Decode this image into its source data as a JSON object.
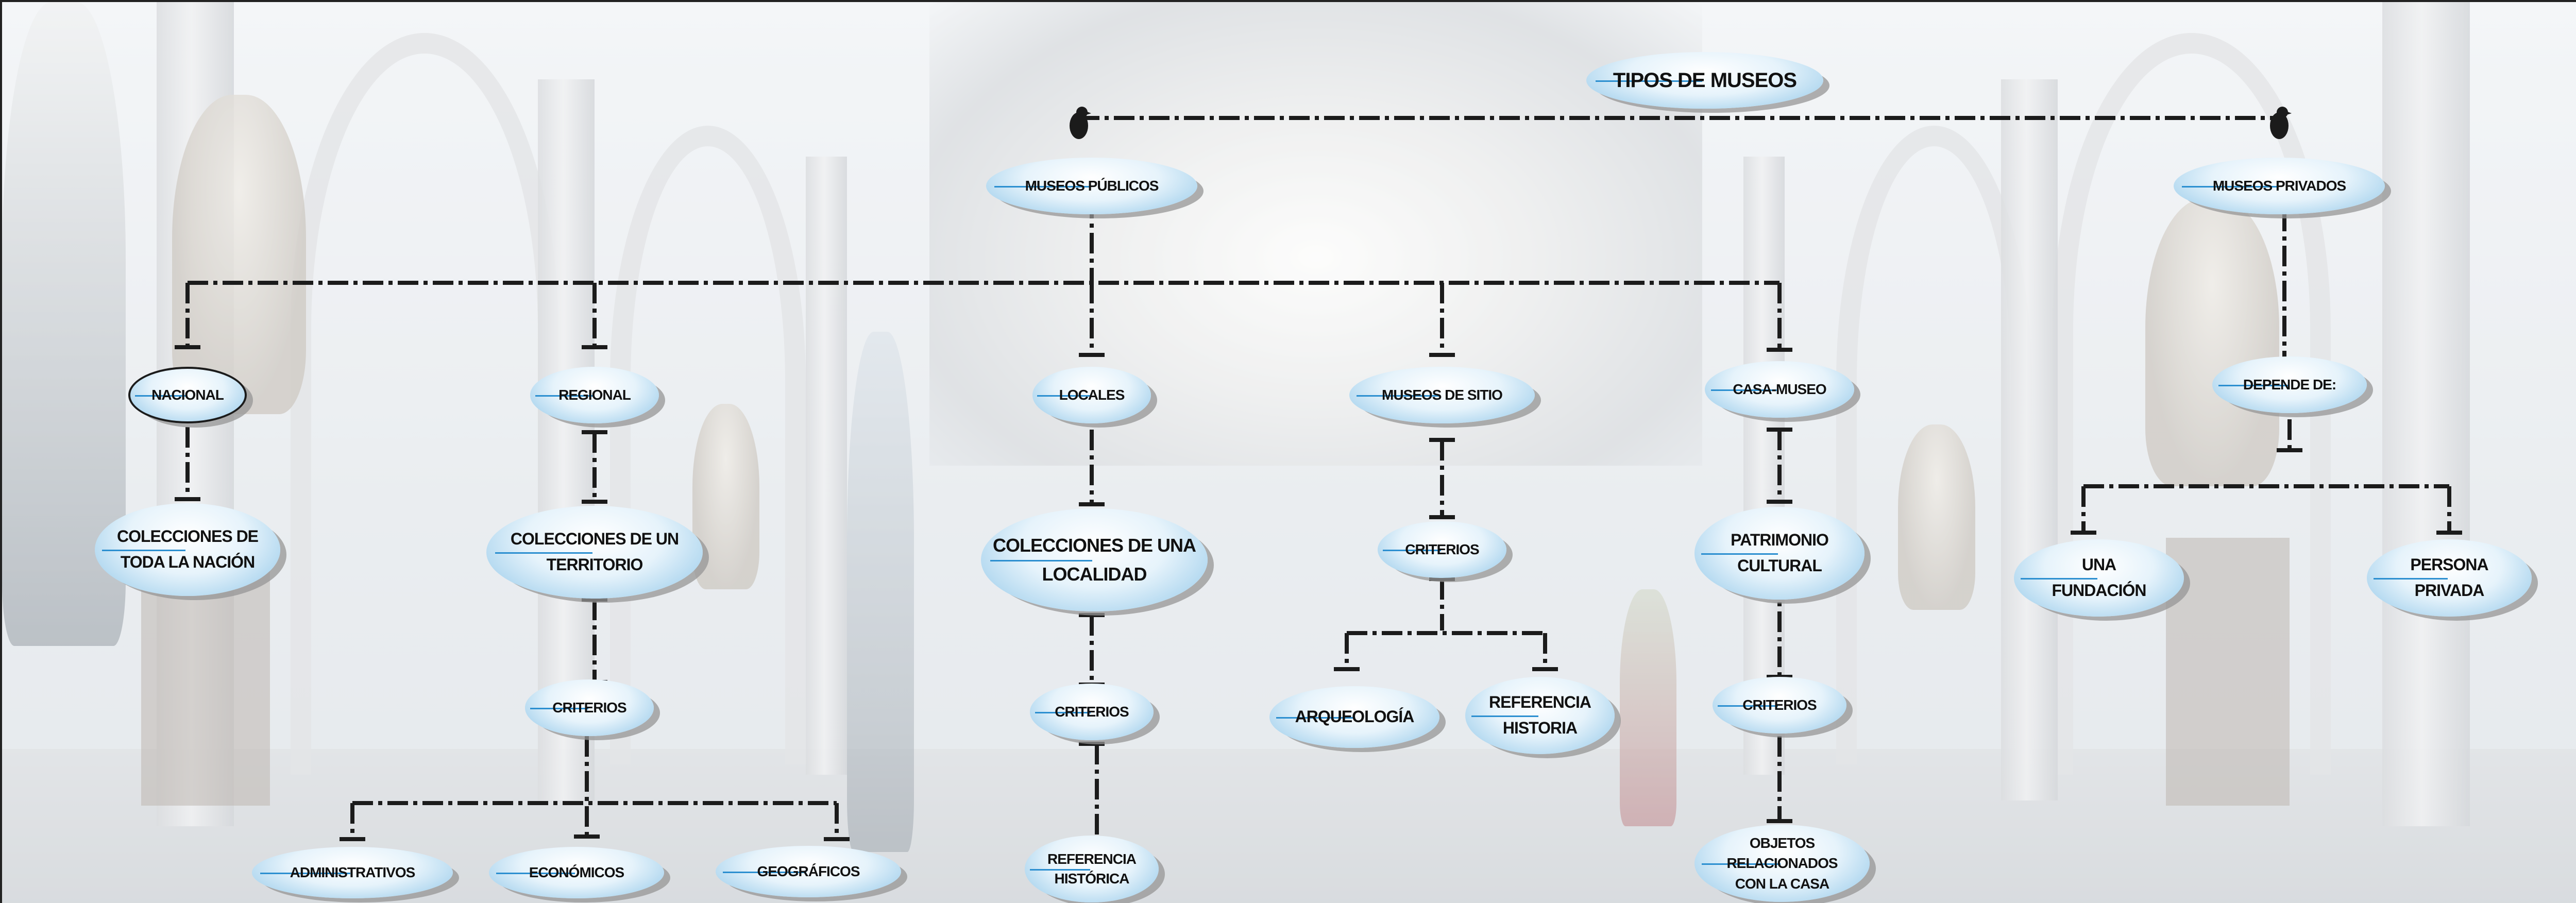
{
  "diagram": {
    "title": "TIPOS DE MUSEOS",
    "nodes": {
      "publicos": "MUSEOS PÚBLICOS",
      "privados": "MUSEOS PRIVADOS",
      "nacional": "NACIONAL",
      "regional": "REGIONAL",
      "locales": "LOCALES",
      "sitio": "MUSEOS DE SITIO",
      "casa_museo": "CASA-MUSEO",
      "depende": "DEPENDE DE:",
      "col_nacion_1": "COLECCIONES DE",
      "col_nacion_2": "TODA LA NACIÓN",
      "col_territorio_1": "COLECCIONES DE UN",
      "col_territorio_2": "TERRITORIO",
      "col_localidad_1": "COLECCIONES DE UNA",
      "col_localidad_2": "LOCALIDAD",
      "criterios_sitio": "CRITERIOS",
      "patrimonio_1": "PATRIMONIO",
      "patrimonio_2": "CULTURAL",
      "fundacion_1": "UNA",
      "fundacion_2": "FUNDACIÓN",
      "persona_1": "PERSONA",
      "persona_2": "PRIVADA",
      "criterios_regional": "CRITERIOS",
      "criterios_locales": "CRITERIOS",
      "arqueologia": "ARQUEOLOGÍA",
      "ref_historia_1": "REFERENCIA",
      "ref_historia_2": "HISTORIA",
      "criterios_casa": "CRITERIOS",
      "administrativos": "ADMINISTRATIVOS",
      "economicos": "ECONÓMICOS",
      "geograficos": "GEOGRÁFICOS",
      "ref_historica_1": "REFERENCIA",
      "ref_historica_2": "HISTÓRICA",
      "objetos_1": "OBJETOS",
      "objetos_2": "RELACIONADOS",
      "objetos_3": "CON LA CASA"
    }
  },
  "colors": {
    "node_fill": "#8fc6e8",
    "node_stripe": "#2c8fd0",
    "connector": "#1b1b1b"
  }
}
